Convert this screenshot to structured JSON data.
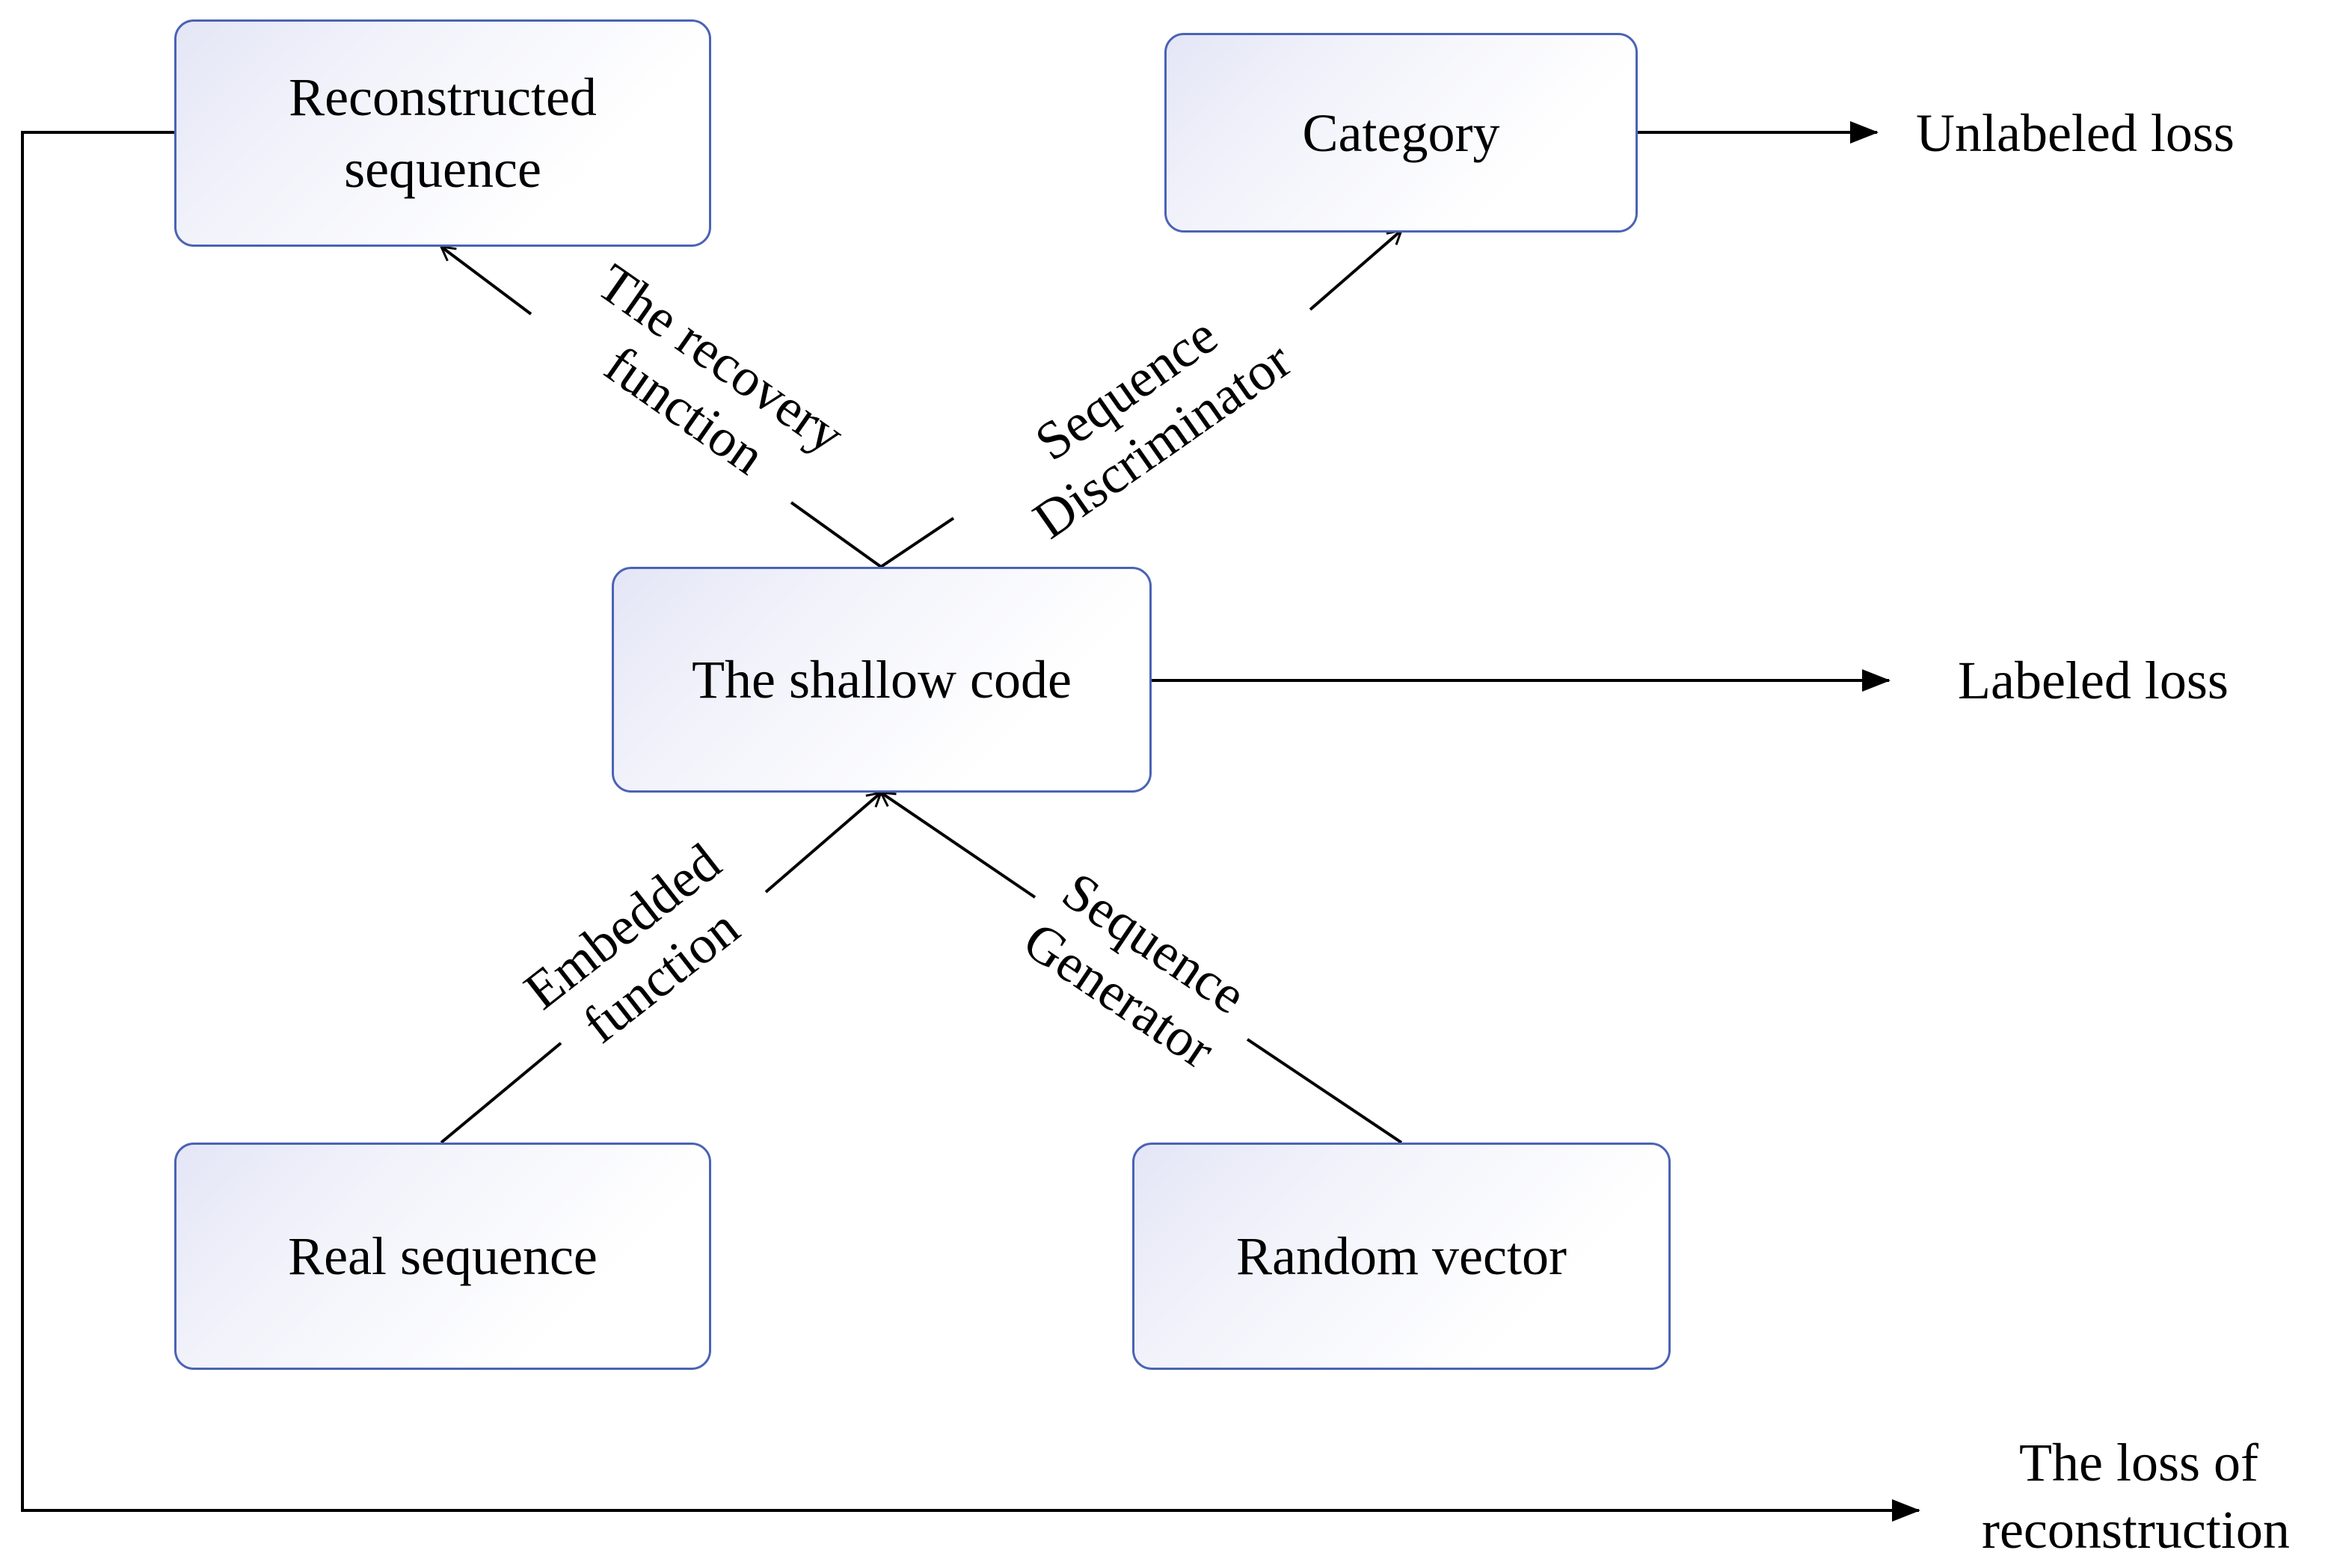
{
  "nodes": {
    "reconstructed_sequence": "Reconstructed\nsequence",
    "category": "Category",
    "shallow_code": "The shallow code",
    "real_sequence": "Real sequence",
    "random_vector": "Random vector"
  },
  "edges": {
    "recovery_function": "The recovery\nfunction",
    "sequence_discriminator": "Sequence\nDiscriminator",
    "embedded_function": "Embedded\nfunction",
    "sequence_generator": "Sequence\nGenerator"
  },
  "outputs": {
    "unlabeled_loss": "Unlabeled loss",
    "labeled_loss": "Labeled loss",
    "reconstruction_loss_line1": "The loss of",
    "reconstruction_loss_line2": "reconstruction"
  },
  "colors": {
    "box_border": "#4a63b5",
    "box_fill_start": "#e4e6f6",
    "line": "#000000"
  }
}
